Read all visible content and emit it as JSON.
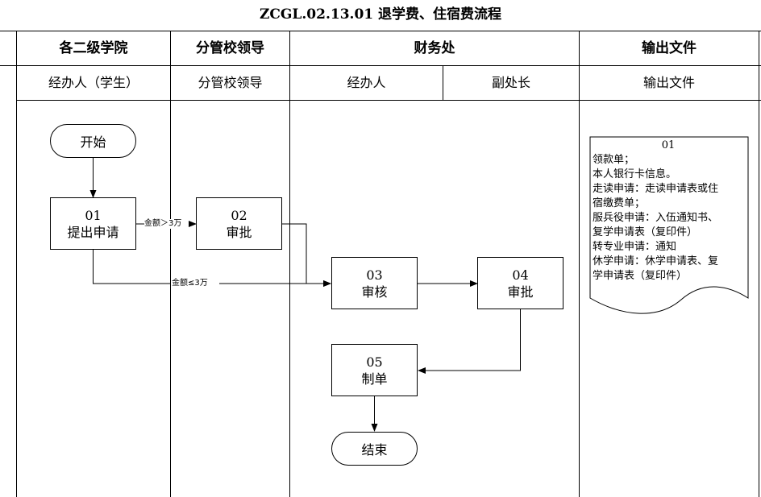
{
  "title": "ZCGL.02.13.01 退学费、住宿费流程",
  "lanes": {
    "dept": "各二级学院",
    "leader": "分管校领导",
    "finance": "财务处",
    "output": "输出文件"
  },
  "roles": {
    "handler_student": "经办人（学生）",
    "leader": "分管校领导",
    "handler": "经办人",
    "deputy": "副处长",
    "output": "输出文件"
  },
  "nodes": {
    "start": "开始",
    "end": "结束",
    "n01": {
      "id": "01",
      "label": "提出申请"
    },
    "n02": {
      "id": "02",
      "label": "审批"
    },
    "n03": {
      "id": "03",
      "label": "审核"
    },
    "n04": {
      "id": "04",
      "label": "审批"
    },
    "n05": {
      "id": "05",
      "label": "制单"
    }
  },
  "conditions": {
    "over": "金额＞3万",
    "under": "金额≤3万"
  },
  "document": {
    "id": "01",
    "lines": [
      "领款单；",
      "本人银行卡信息。",
      "走读申请：走读申请表或住",
      "宿缴费单；",
      "服兵役申请：入伍通知书、",
      "复学申请表（复印件）",
      "转专业申请：通知",
      "休学申请：休学申请表、复",
      "学申请表（复印件）"
    ]
  }
}
